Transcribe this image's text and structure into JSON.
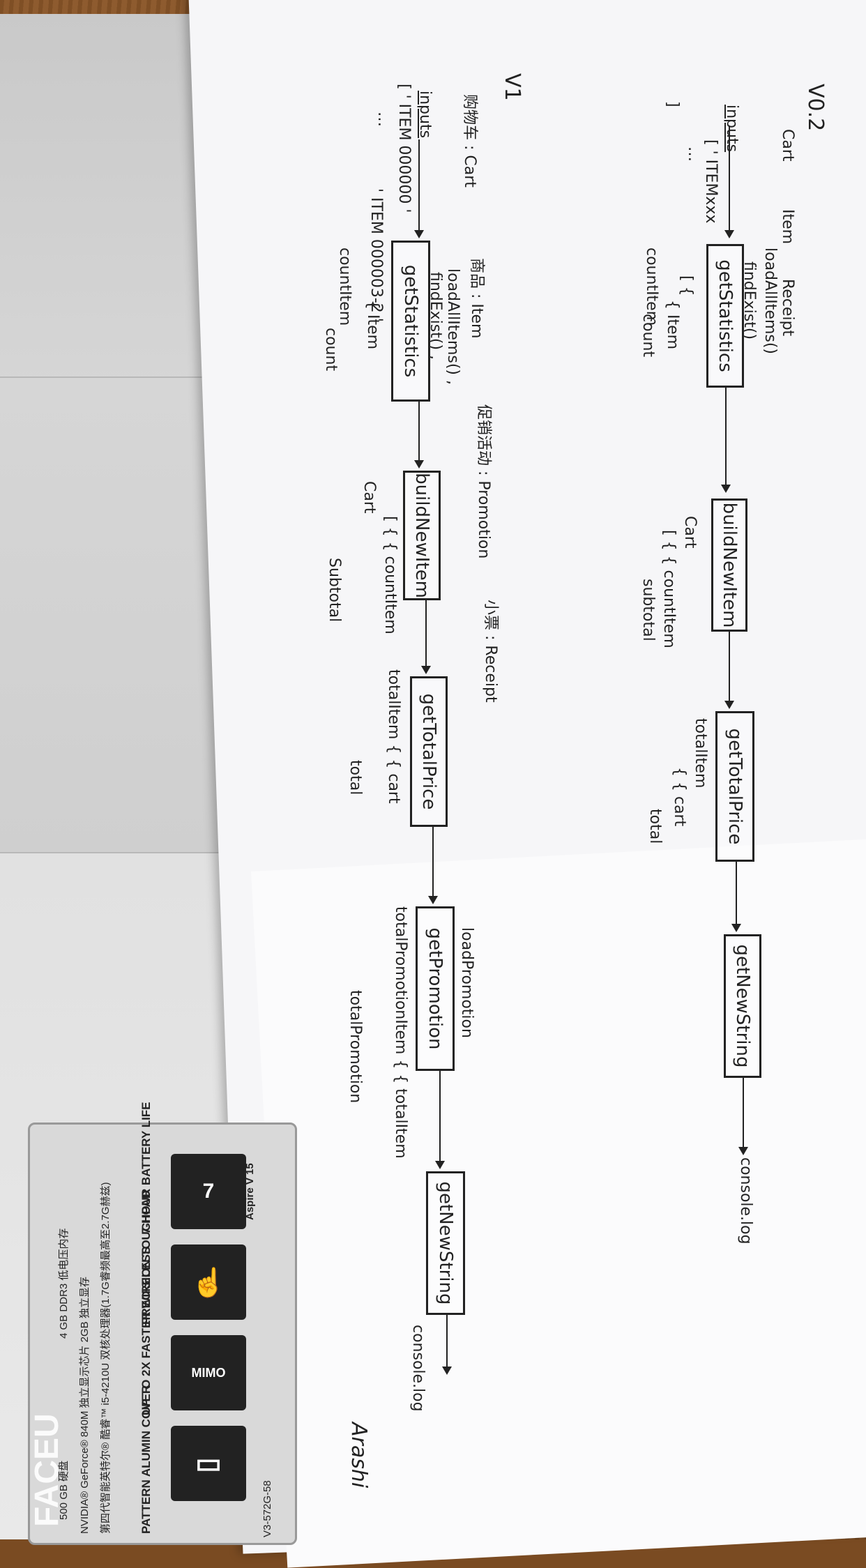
{
  "sheet1": {
    "version": "V0.2",
    "header": [
      "Cart",
      "Item",
      "Receipt"
    ],
    "inputs_label": "inputs",
    "inputs": [
      "[ ' ITEMxxx",
      "…",
      "]"
    ],
    "box1": "getStatistics",
    "box1_calls": [
      "loadAllItems()",
      "findExist()"
    ],
    "box1_out": [
      "[ {",
      "{ Item",
      "countItem",
      "}",
      "count",
      "}"
    ],
    "box2": "buildNewItem",
    "box2_out": [
      "Cart",
      "[ { { countItem",
      "}",
      "subtotal",
      "}",
      "]"
    ],
    "box3": "getTotalPrice",
    "box3_out": [
      "totalItem",
      "{ { cart",
      "}",
      "total",
      "}"
    ],
    "box4": "getNewString",
    "end": "console.log"
  },
  "sheet2": {
    "version": "V1",
    "inputs_label": "inputs",
    "inputs": [
      "[ ' ITEM 000000 '",
      "…",
      "' ITEM 000003-2 '",
      "]"
    ],
    "layer_cart": "购物车 : Cart",
    "layer_item": "商品 : Item",
    "layer_promo": "促销活动 : Promotion",
    "layer_receipt": "小票 : Receipt",
    "box1": "getStatistics",
    "box1_calls": [
      "loadAllItems() ,",
      "findExist() ,"
    ],
    "box1_out": [
      "[ {",
      "{ Item",
      "countItem",
      "}",
      "count",
      "}",
      "]"
    ],
    "box2": "buildNewItem",
    "box2_out": [
      "Cart",
      "[ { { countItem",
      "}",
      "Subtotal",
      "}",
      "]"
    ],
    "box3": "getTotalPrice",
    "box3_out": [
      "totalItem { { cart",
      "}",
      "total",
      "}"
    ],
    "box4": "getPromotion",
    "box4_call": "loadPromotion",
    "box4_out": [
      "totalPromotionItem { { totalItem",
      "}",
      "totalPromotion",
      "}"
    ],
    "box5": "getNewString",
    "end": "console.log",
    "signature": "Arashi"
  },
  "sticker": {
    "brand": "Aspire V 15",
    "model": "V3-572G-58",
    "tiles": [
      {
        "label": "7-HOUR BATTERY LIFE",
        "icon": "battery-7hrs-icon",
        "glyph": "7"
      },
      {
        "label": "PRECISION TOUCHPAD",
        "icon": "touchpad-icon",
        "glyph": "☝"
      },
      {
        "label": "UP TO 2X FASTER WIRELESS",
        "icon": "mimo-icon",
        "glyph": "MIMO"
      },
      {
        "label": "PATTERN ALUMIN COVER",
        "icon": "laptop-cover-icon",
        "glyph": "▭"
      }
    ],
    "specs": [
      "第四代智能英特尔® 酷睿™ i5-4210U 双核处理器(1.7G睿频最高至2.7G赫兹)",
      "NVIDIA® GeForce® 840M 独立显示芯片 2GB 独立显存",
      "4 GB DDR3 低电压内存",
      "500 GB 硬盘"
    ]
  },
  "watermark": "FACEU"
}
